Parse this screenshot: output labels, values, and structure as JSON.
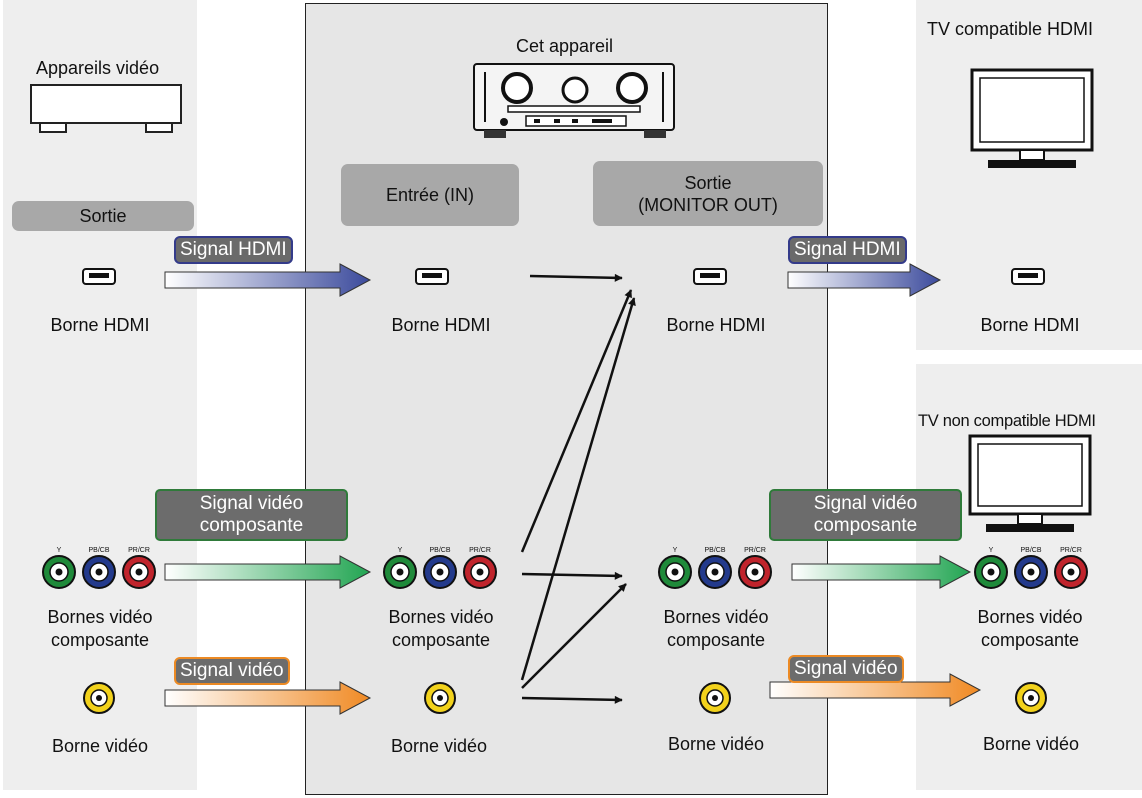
{
  "center_title": "Cet appareil",
  "left": {
    "title": "Appareils vidéo",
    "output_label": "Sortie",
    "hdmi_label": "Borne HDMI",
    "component_label": "Bornes vidéo\ncomposante",
    "video_label": "Borne vidéo"
  },
  "center": {
    "input_label": "Entrée (IN)",
    "output_label": "Sortie\n(MONITOR OUT)",
    "in_hdmi_label": "Borne HDMI",
    "in_component_label": "Bornes vidéo\ncomposante",
    "in_video_label": "Borne vidéo",
    "out_hdmi_label": "Borne HDMI",
    "out_component_label": "Bornes vidéo\ncomposante",
    "out_video_label": "Borne vidéo"
  },
  "right_top": {
    "title": "TV compatible HDMI",
    "hdmi_label": "Borne HDMI"
  },
  "right_bottom": {
    "title": "TV non compatible HDMI",
    "component_label": "Bornes vidéo\ncomposante",
    "video_label": "Borne vidéo"
  },
  "signals": {
    "hdmi": "Signal HDMI",
    "component": "Signal vidéo\ncomposante",
    "video": "Signal vidéo"
  },
  "component_jack_labels": [
    "Y",
    "PB/CB",
    "PR/CR"
  ],
  "colors": {
    "hdmi_arrow": "#3b4a9c",
    "component_arrow": "#22a552",
    "video_arrow": "#f08a24",
    "jack_green": "#1f8a3a",
    "jack_blue": "#233a8c",
    "jack_red": "#c0242c",
    "jack_yellow": "#f2d21c"
  }
}
